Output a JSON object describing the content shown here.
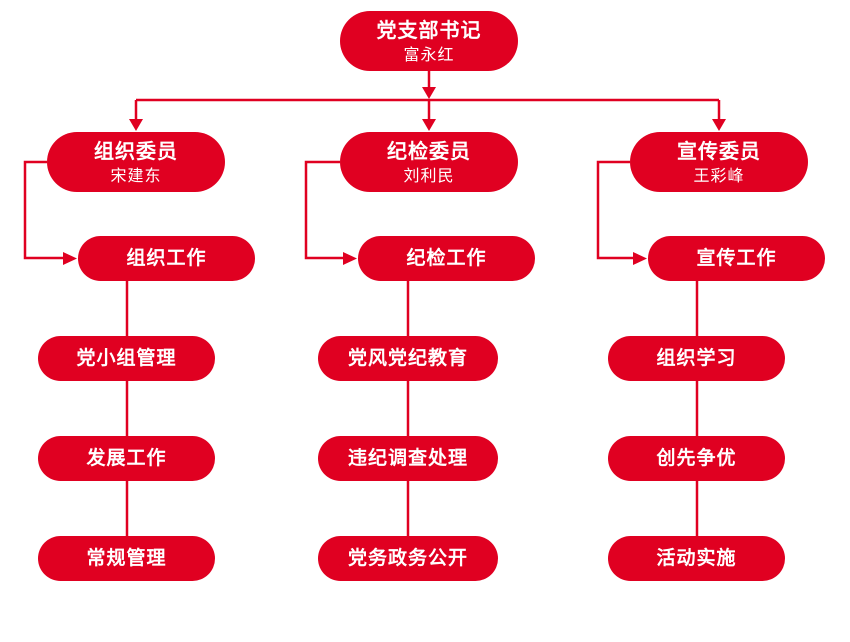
{
  "org": {
    "root": {
      "role": "党支部书记",
      "person": "富永红"
    },
    "branches": [
      {
        "role": "组织委员",
        "person": "宋建东",
        "work": "组织工作",
        "tasks": [
          "党小组管理",
          "发展工作",
          "常规管理"
        ]
      },
      {
        "role": "纪检委员",
        "person": "刘利民",
        "work": "纪检工作",
        "tasks": [
          "党风党纪教育",
          "违纪调查处理",
          "党务政务公开"
        ]
      },
      {
        "role": "宣传委员",
        "person": "王彩峰",
        "work": "宣传工作",
        "tasks": [
          "组织学习",
          "创先争优",
          "活动实施"
        ]
      }
    ]
  },
  "colors": {
    "accent": "#E00021",
    "text_on_accent": "#FFFFFF",
    "background": "#FFFFFF"
  }
}
